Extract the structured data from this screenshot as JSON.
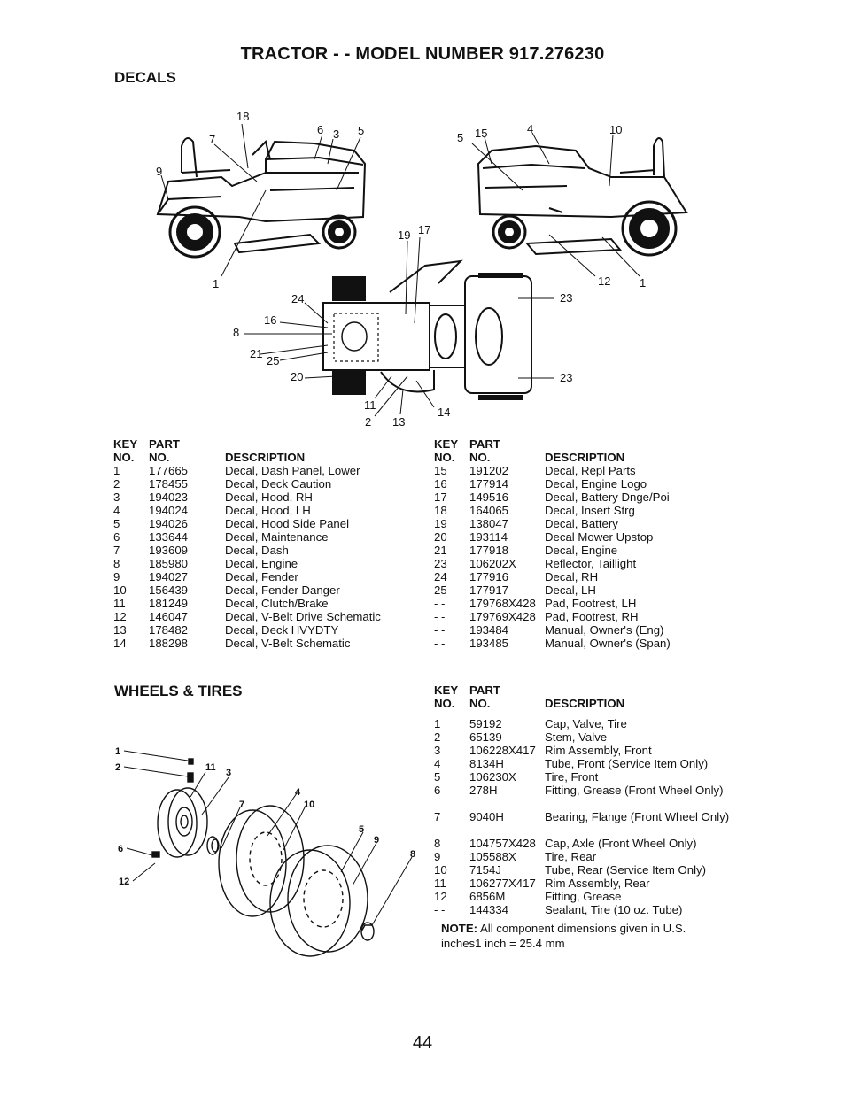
{
  "title": "TRACTOR - - MODEL NUMBER 917.276230",
  "decals": {
    "heading": "DECALS",
    "diagram_callouts": [
      "18",
      "7",
      "6",
      "3",
      "5",
      "9",
      "1",
      "19",
      "17",
      "5",
      "15",
      "4",
      "10",
      "12",
      "1",
      "24",
      "16",
      "8",
      "21",
      "25",
      "20",
      "11",
      "2",
      "13",
      "14",
      "23",
      "23"
    ],
    "col_key": "KEY",
    "col_part": "PART",
    "col_no1": "NO.",
    "col_no2": "NO.",
    "col_desc": "DESCRIPTION",
    "left_rows": [
      {
        "key": "1",
        "part": "177665",
        "desc": "Decal, Dash Panel, Lower"
      },
      {
        "key": "2",
        "part": "178455",
        "desc": "Decal, Deck Caution"
      },
      {
        "key": "3",
        "part": "194023",
        "desc": "Decal, Hood, RH"
      },
      {
        "key": "4",
        "part": "194024",
        "desc": "Decal, Hood, LH"
      },
      {
        "key": "5",
        "part": "194026",
        "desc": "Decal, Hood Side Panel"
      },
      {
        "key": "6",
        "part": "133644",
        "desc": "Decal, Maintenance"
      },
      {
        "key": "7",
        "part": "193609",
        "desc": "Decal, Dash"
      },
      {
        "key": "8",
        "part": "185980",
        "desc": "Decal, Engine"
      },
      {
        "key": "9",
        "part": "194027",
        "desc": "Decal, Fender"
      },
      {
        "key": "10",
        "part": "156439",
        "desc": "Decal, Fender Danger"
      },
      {
        "key": "11",
        "part": "181249",
        "desc": "Decal, Clutch/Brake"
      },
      {
        "key": "12",
        "part": "146047",
        "desc": "Decal, V-Belt Drive Schematic"
      },
      {
        "key": "13",
        "part": "178482",
        "desc": "Decal, Deck HVYDTY"
      },
      {
        "key": "14",
        "part": "188298",
        "desc": "Decal, V-Belt Schematic"
      }
    ],
    "right_rows": [
      {
        "key": "15",
        "part": "191202",
        "desc": "Decal, Repl Parts"
      },
      {
        "key": "16",
        "part": "177914",
        "desc": "Decal, Engine Logo"
      },
      {
        "key": "17",
        "part": "149516",
        "desc": "Decal,  Battery Dnge/Poi"
      },
      {
        "key": "18",
        "part": "164065",
        "desc": "Decal, Insert Strg"
      },
      {
        "key": "19",
        "part": "138047",
        "desc": "Decal, Battery"
      },
      {
        "key": "20",
        "part": "193114",
        "desc": "Decal Mower Upstop"
      },
      {
        "key": "21",
        "part": "177918",
        "desc": "Decal, Engine"
      },
      {
        "key": "23",
        "part": "106202X",
        "desc": "Reflector, Taillight"
      },
      {
        "key": "24",
        "part": "177916",
        "desc": "Decal, RH"
      },
      {
        "key": "25",
        "part": "177917",
        "desc": "Decal, LH"
      },
      {
        "key": "- -",
        "part": "179768X428",
        "desc": "Pad, Footrest, LH"
      },
      {
        "key": "- -",
        "part": "179769X428",
        "desc": "Pad, Footrest, RH"
      },
      {
        "key": "- -",
        "part": "193484",
        "desc": "Manual, Owner's (Eng)"
      },
      {
        "key": "- -",
        "part": "193485",
        "desc": "Manual, Owner's (Span)"
      }
    ]
  },
  "wheels": {
    "heading": "WHEELS & TIRES",
    "diagram_callouts": [
      "1",
      "2",
      "11",
      "3",
      "7",
      "4",
      "10",
      "5",
      "9",
      "8",
      "6",
      "12"
    ],
    "col_key": "KEY",
    "col_part": "PART",
    "col_no1": "NO.",
    "col_no2": "NO.",
    "col_desc": "DESCRIPTION",
    "rows": [
      {
        "key": "1",
        "part": "59192",
        "desc": "Cap, Valve, Tire"
      },
      {
        "key": "2",
        "part": "65139",
        "desc": "Stem, Valve"
      },
      {
        "key": "3",
        "part": "106228X417",
        "desc": "Rim Assembly, Front"
      },
      {
        "key": "4",
        "part": "8134H",
        "desc": "Tube, Front (Service Item Only)"
      },
      {
        "key": "5",
        "part": "106230X",
        "desc": "Tire, Front"
      },
      {
        "key": "6",
        "part": "278H",
        "desc": "Fitting, Grease (Front Wheel Only)"
      },
      {
        "key": "7",
        "part": "9040H",
        "desc": "Bearing, Flange (Front Wheel Only)"
      },
      {
        "key": "8",
        "part": "104757X428",
        "desc": "Cap, Axle (Front Wheel Only)"
      },
      {
        "key": "9",
        "part": "105588X",
        "desc": "Tire, Rear"
      },
      {
        "key": "10",
        "part": "7154J",
        "desc": "Tube, Rear (Service Item Only)"
      },
      {
        "key": "11",
        "part": "106277X417",
        "desc": "Rim Assembly, Rear"
      },
      {
        "key": "12",
        "part": "6856M",
        "desc": "Fitting, Grease"
      },
      {
        "key": "- -",
        "part": "144334",
        "desc": "Sealant, Tire (10 oz. Tube)"
      }
    ],
    "note_label": "NOTE:",
    "note_text": " All component dimensions given in U.S.",
    "note_text2": "inches1 inch = 25.4 mm"
  },
  "page_number": "44"
}
